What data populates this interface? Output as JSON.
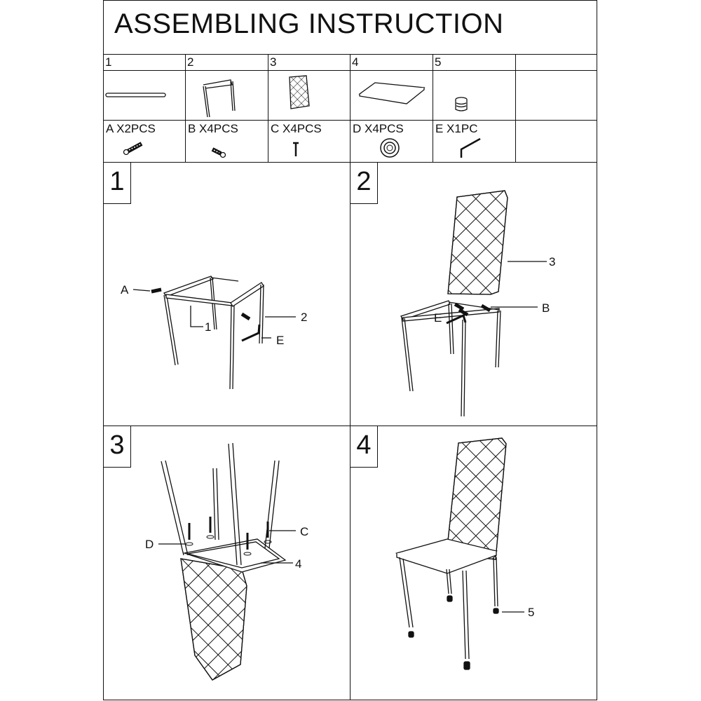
{
  "title": "ASSEMBLING INSTRUCTION",
  "parts": [
    {
      "number": "1"
    },
    {
      "number": "2"
    },
    {
      "number": "3"
    },
    {
      "number": "4"
    },
    {
      "number": "5"
    }
  ],
  "hardware": [
    {
      "label": "A X2PCS"
    },
    {
      "label": "B X4PCS"
    },
    {
      "label": "C X4PCS"
    },
    {
      "label": "D X4PCS"
    },
    {
      "label": "E X1PC"
    }
  ],
  "steps": [
    {
      "number": "1",
      "callouts": [
        "A",
        "1",
        "2",
        "E"
      ]
    },
    {
      "number": "2",
      "callouts": [
        "3",
        "B",
        "E"
      ]
    },
    {
      "number": "3",
      "callouts": [
        "C",
        "D",
        "4"
      ]
    },
    {
      "number": "4",
      "callouts": [
        "5"
      ]
    }
  ]
}
